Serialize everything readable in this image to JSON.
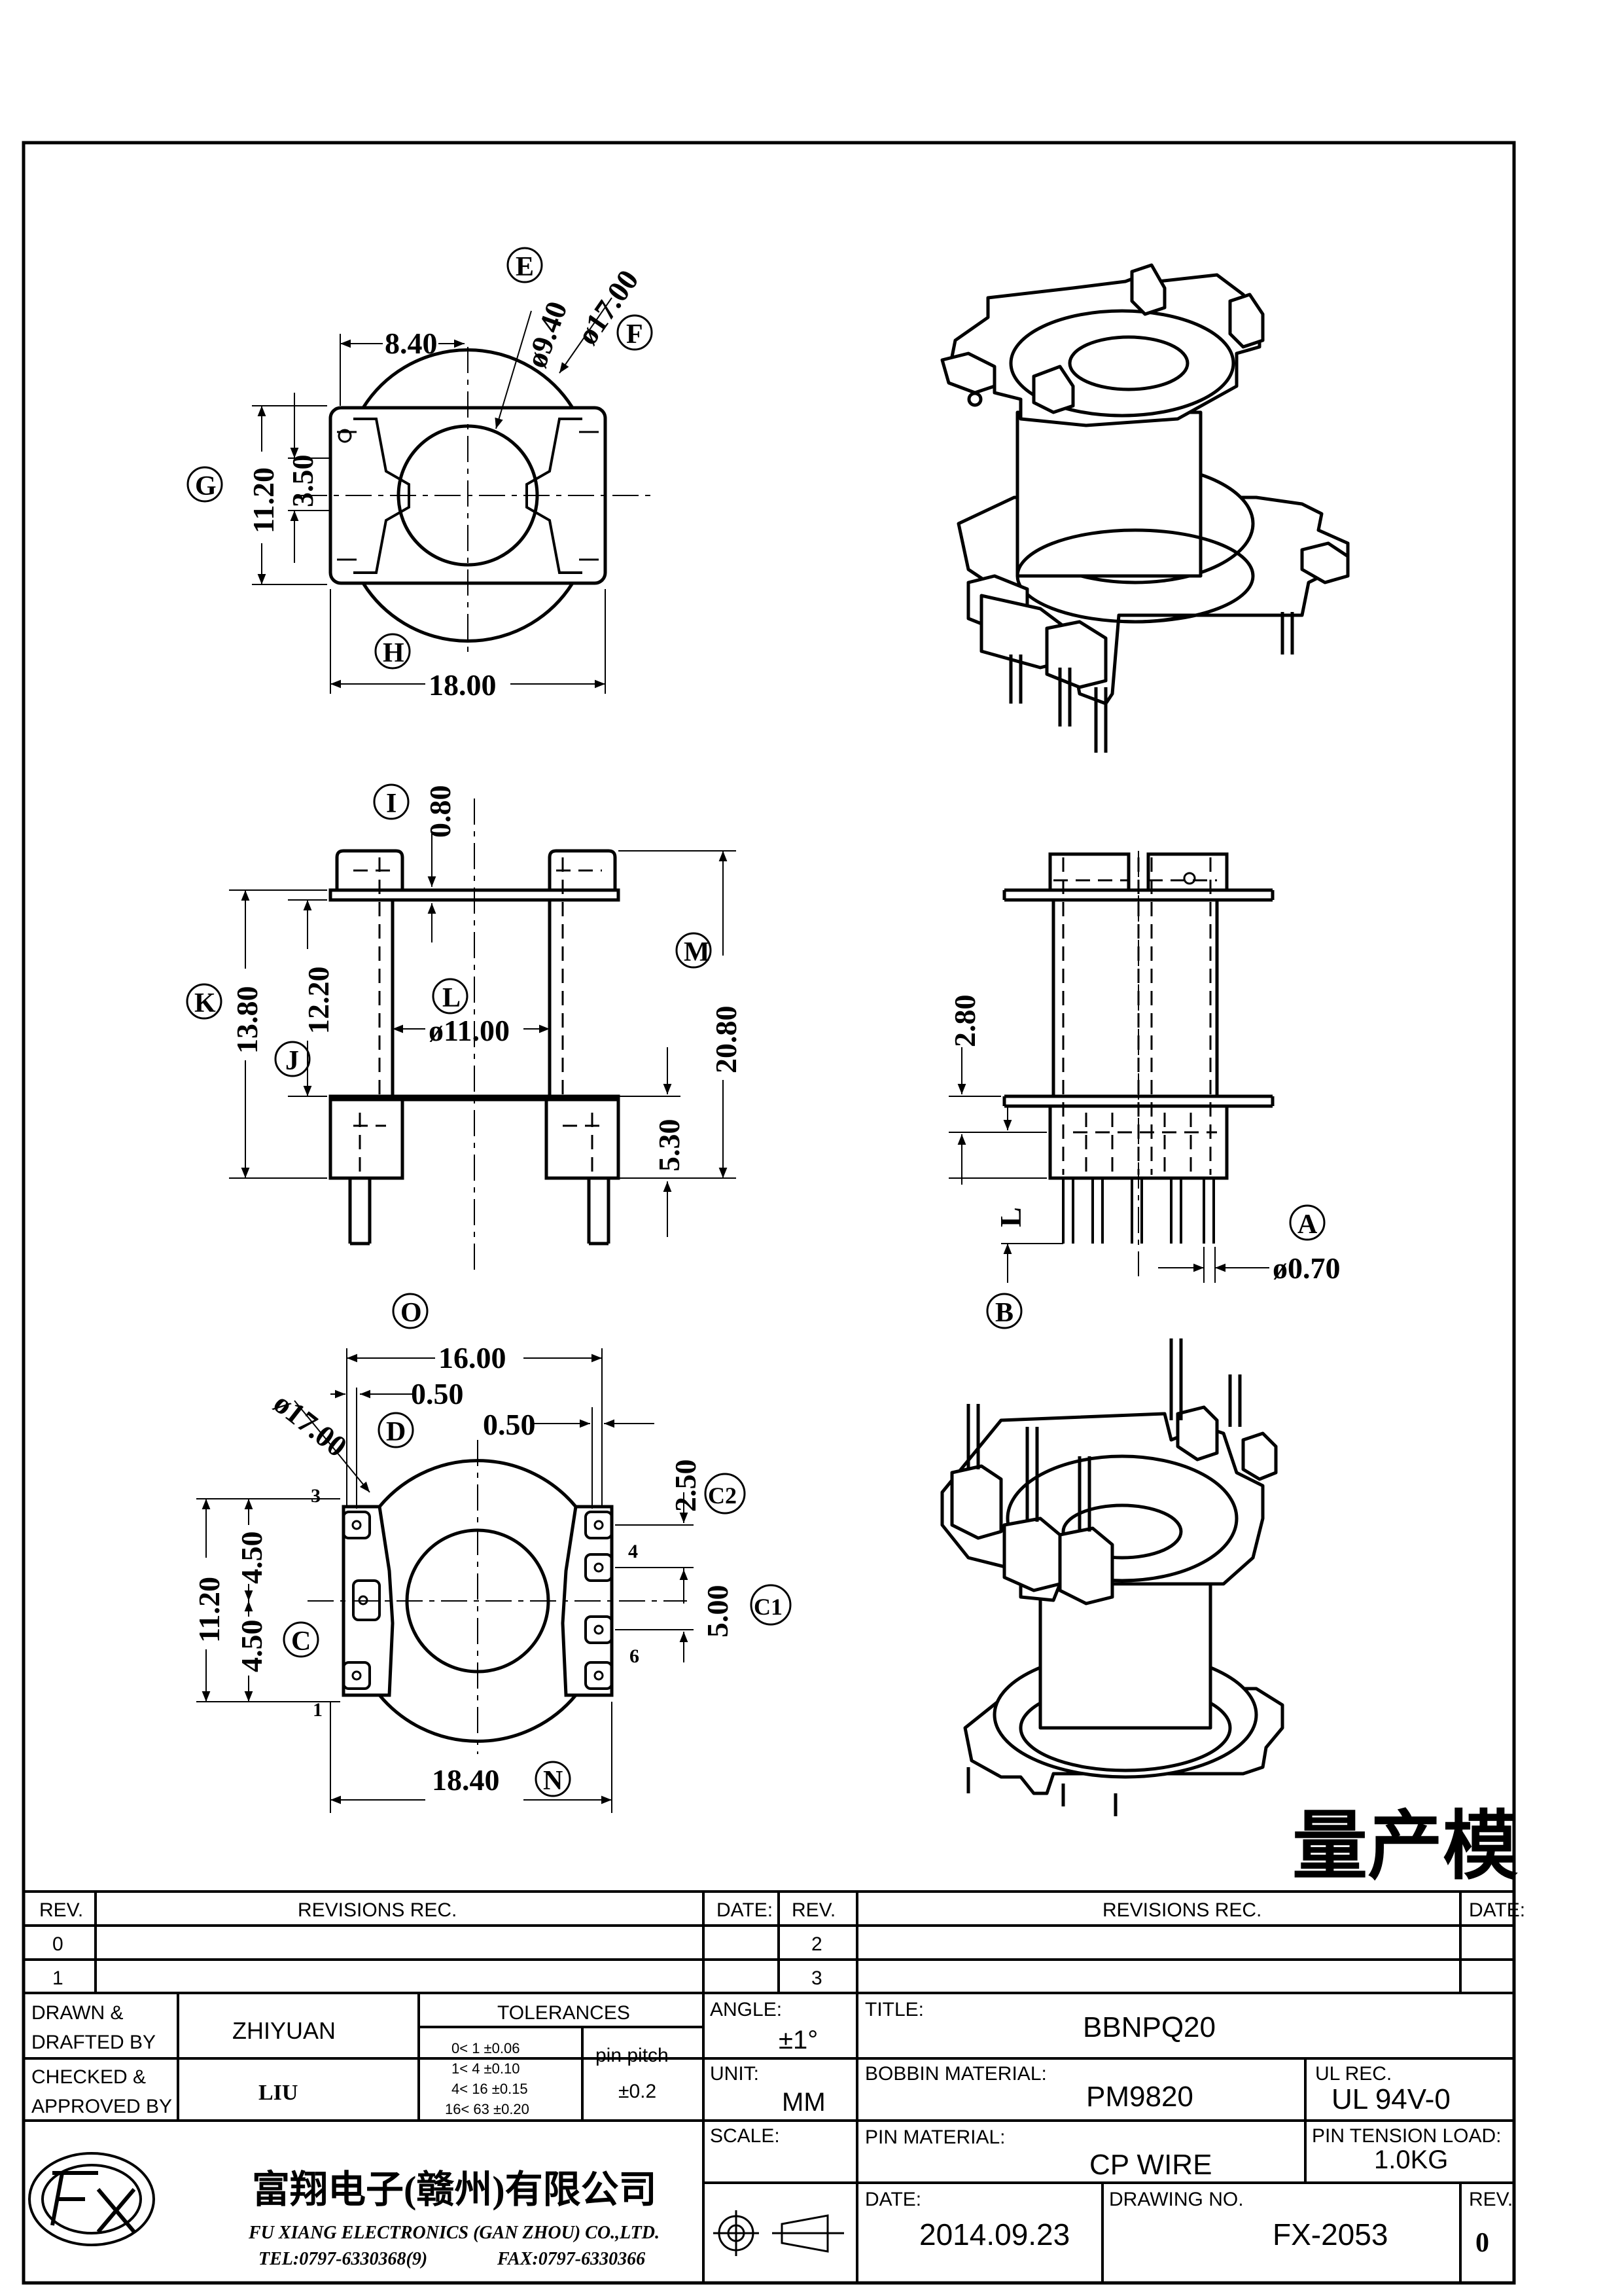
{
  "stamp": "量产模",
  "views": {
    "top": {
      "dim_840": "8.40",
      "dim_940": "ø9.40",
      "dim_1700": "ø17.00",
      "dim_1120": "11.20",
      "dim_350": "3.50",
      "dim_1800": "18.00",
      "tag_E": "E",
      "tag_F": "F",
      "tag_G": "G",
      "tag_H": "H"
    },
    "front": {
      "dim_080": "0.80",
      "dim_1380": "13.80",
      "dim_1220": "12.20",
      "dim_1100": "ø11.00",
      "dim_2080": "20.80",
      "dim_530": "5.30",
      "tag_I": "I",
      "tag_K": "K",
      "tag_L": "L",
      "tag_J": "J",
      "tag_M": "M"
    },
    "side": {
      "dim_280": "2.80",
      "dim_L": "L",
      "dim_070": "ø0.70",
      "tag_A": "A",
      "tag_B": "B"
    },
    "bottom": {
      "dim_1600": "16.00",
      "dim_050a": "0.50",
      "dim_050b": "0.50",
      "dim_1700": "ø17.00",
      "dim_250": "2.50",
      "dim_1120": "11.20",
      "dim_450a": "4.50",
      "dim_450b": "4.50",
      "dim_500": "5.00",
      "dim_1840": "18.40",
      "tag_O": "O",
      "tag_D": "D",
      "tag_C2": "C2",
      "tag_C1": "C1",
      "tag_C": "C",
      "tag_N": "N",
      "pin_3": "3",
      "pin_4": "4",
      "pin_6": "6",
      "pin_1": "1"
    }
  },
  "revisions": {
    "headers": {
      "rev": "REV.",
      "rec": "REVISIONS REC.",
      "date": "DATE:"
    },
    "left_rows": [
      "0",
      "1"
    ],
    "right_rows": [
      "2",
      "3"
    ]
  },
  "title_block": {
    "drawn_label_1": "DRAWN &",
    "drawn_label_2": "DRAFTED BY",
    "drawn_value": "ZHIYUAN",
    "checked_label_1": "CHECKED &",
    "checked_label_2": "APPROVED BY",
    "checked_value": "LIU",
    "tolerances_label": "TOLERANCES",
    "tolerance_rows": [
      "0<  1    ±0.06",
      "1<  4    ±0.10",
      "4<  16  ±0.15",
      "16<  63  ±0.20"
    ],
    "pin_pitch_label": "pin pitch",
    "pin_pitch_value": "±0.2",
    "angle_label": "ANGLE:",
    "angle_value": "±1°",
    "unit_label": "UNIT:",
    "unit_value": "MM",
    "scale_label": "SCALE:",
    "title_label": "TITLE:",
    "title_value": "BBNPQ20",
    "bobbin_label": "BOBBIN MATERIAL:",
    "bobbin_value": "PM9820",
    "ul_label": "UL REC.",
    "ul_value": "UL 94V-0",
    "pin_material_label": "PIN MATERIAL:",
    "pin_material_value": "CP WIRE",
    "tension_label": "PIN TENSION LOAD:",
    "tension_value": "1.0KG",
    "date_label": "DATE:",
    "date_value": "2014.09.23",
    "drawing_no_label": "DRAWING NO.",
    "drawing_no_value": "FX-2053",
    "rev_label": "REV.",
    "rev_value": "0",
    "company_cn": "富翔电子(赣州)有限公司",
    "company_en": "FU XIANG ELECTRONICS (GAN ZHOU) CO.,LTD.",
    "tel": "TEL:0797-6330368(9)",
    "fax": "FAX:0797-6330366"
  }
}
